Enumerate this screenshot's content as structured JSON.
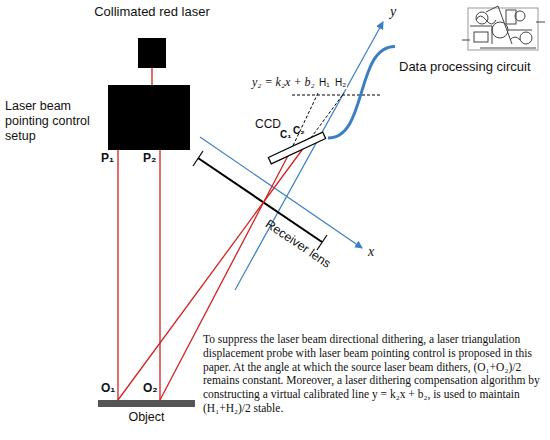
{
  "diagram": {
    "nodes": [
      {
        "text": [
          "Collimated red laser"
        ]
      },
      {
        "text": [
          "Laser beam pointing control setup"
        ]
      },
      {
        "text": [
          "Object"
        ]
      },
      {
        "text": [
          "CCD"
        ]
      },
      {
        "text": [
          "Data processing circuit"
        ]
      }
    ],
    "edges": [
      {
        "from": 0,
        "to": 1,
        "arrow": "none"
      },
      {
        "from": 3,
        "to": 4,
        "arrow": "none"
      }
    ],
    "labels": [
      "P₁",
      "P₂",
      "O₁",
      "O₂",
      "C₁",
      "C₂",
      "y₂ = k₂x + b₂",
      "H₁",
      "H₂",
      "y",
      "x",
      "Receiver lens",
      "To suppress the laser beam directional dithering, a laser triangulation displacement probe with laser beam pointing control is proposed in this paper. At the angle at which the source laser beam dithers, (O₁+O₂)/2 remains constant. Moreover, a laser dithering compensation algorithm by constructing a virtual calibrated line y = k₂x + b₂, is used to maintain (H₁+H₂)/2 stable."
    ]
  }
}
